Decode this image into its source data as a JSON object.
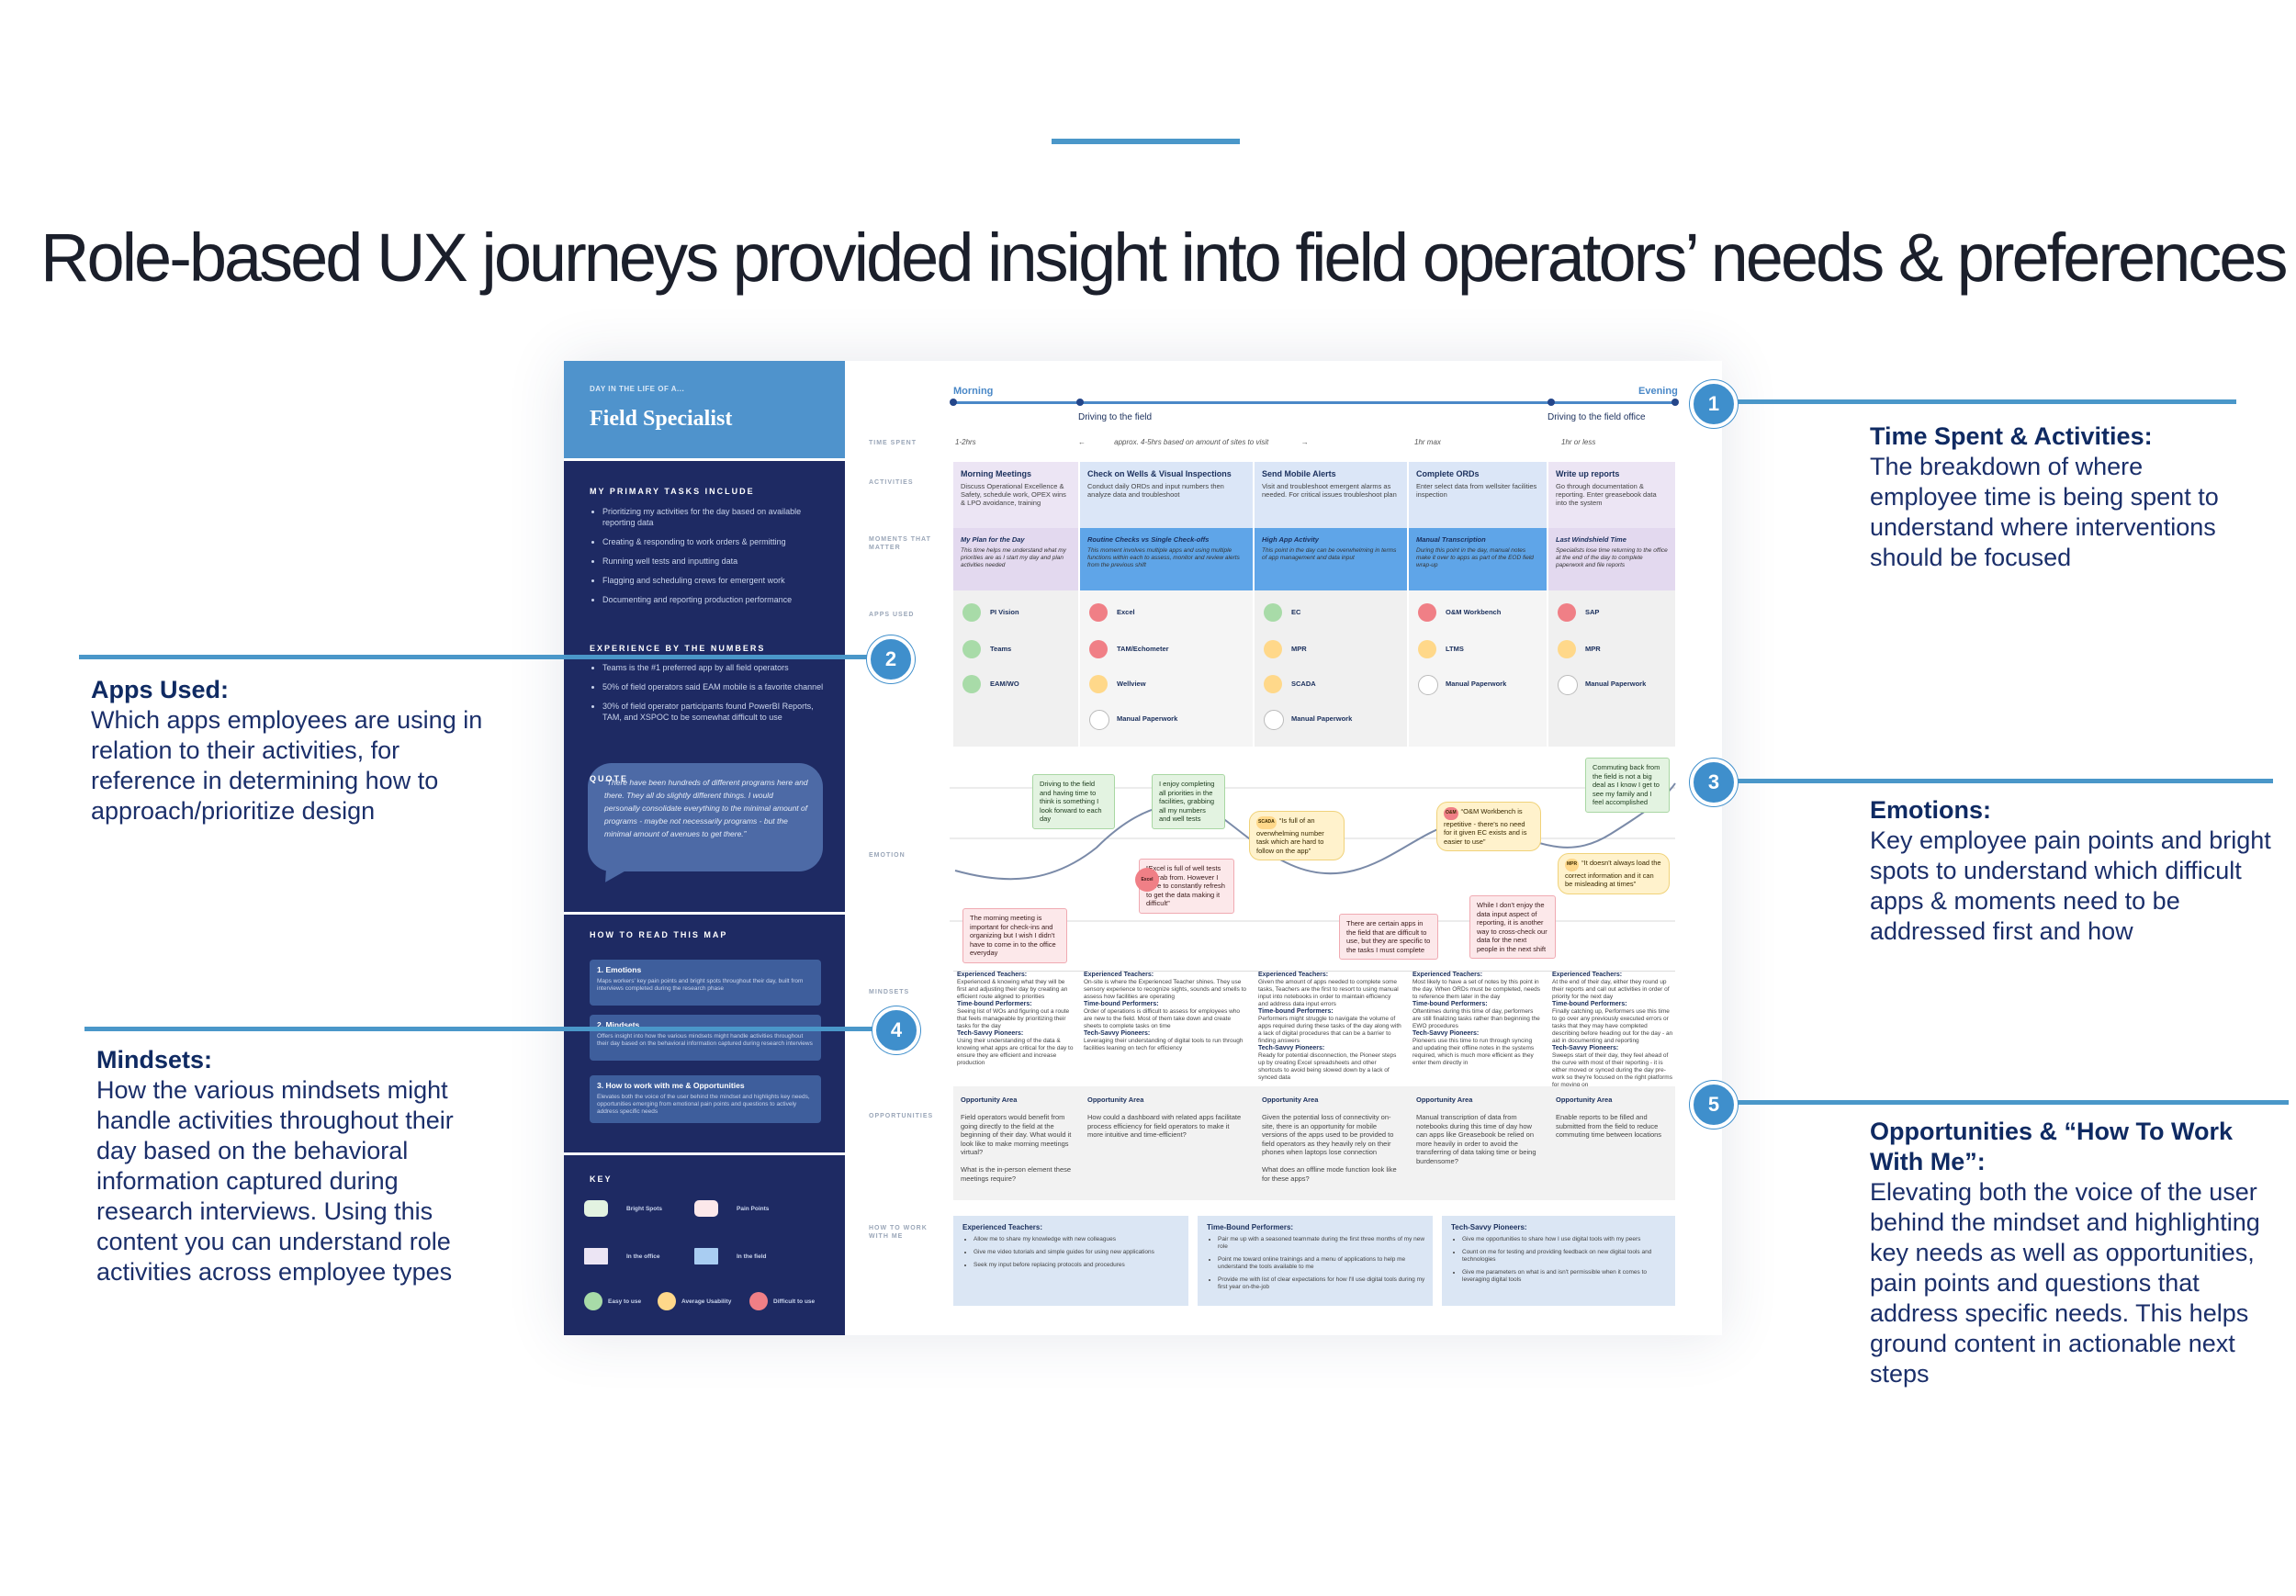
{
  "headline": "Role-based UX journeys provided insight into field operators’ needs & preferences",
  "map": {
    "kicker": "DAY IN THE LIFE OF A...",
    "role": "Field Specialist",
    "tasks_title": "MY PRIMARY TASKS INCLUDE",
    "tasks": [
      "Prioritizing my activities for the day based on available reporting data",
      "Creating & responding to work orders & permitting",
      "Running well tests and inputting data",
      "Flagging and scheduling crews for emergent work",
      "Documenting and reporting production performance"
    ],
    "numbers_title": "EXPERIENCE BY THE NUMBERS",
    "numbers": [
      "Teams is the #1 preferred app by all field operators",
      "50% of field operators said EAM mobile is a favorite channel",
      "30% of field operator participants found PowerBI Reports, TAM, and XSPOC to be somewhat difficult to use"
    ],
    "quote_title": "QUOTE",
    "quote": "“There have been hundreds of different programs here and there. They all do slightly different things. I would personally consolidate everything to the minimal amount of programs - maybe not necessarily programs - but the minimal amount of avenues to get there.”",
    "how_title": "HOW TO READ THIS MAP",
    "how": [
      {
        "t": "1. Emotions",
        "d": "Maps workers' key pain points and bright spots throughout their day, built from interviews completed during the research phase"
      },
      {
        "t": "2. Mindsets",
        "d": "Offers insight into how the various mindsets might handle activities throughout their day based on the behavioral information captured during research interviews"
      },
      {
        "t": "3. How to work with me & Opportunities",
        "d": "Elevates both the voice of the user behind the mindset and highlights key needs, opportunities emerging from emotional pain points and questions to actively address specific needs"
      }
    ],
    "key_title": "KEY",
    "key": {
      "bright": "Bright Spots",
      "pain": "Pain Points",
      "office": "In the office",
      "field": "In the field",
      "easy": "Easy to use",
      "average": "Average Usability",
      "difficult": "Difficult to use"
    },
    "row_labels": {
      "time": "TIME SPENT",
      "activities": "ACTIVITIES",
      "moments": "MOMENTS THAT MATTER",
      "apps": "APPS USED",
      "emotion": "EMOTION",
      "mindsets": "MINDSETS",
      "opportunities": "OPPORTUNITIES",
      "how": "HOW TO WORK WITH ME"
    },
    "timeline": {
      "morning": "Morning",
      "evening": "Evening",
      "drive1": "Driving to the field",
      "drive2": "Driving to the field office",
      "t1": "1-2hrs",
      "t2": "approx. 4-5hrs  based on amount of sites to visit",
      "t3": "1hr max",
      "t4": "1hr or less"
    },
    "columns": [
      {
        "act": "Morning Meetings",
        "actd": "Discuss Operational Excellence & Safety, schedule work, OPEX wins & LPO avoidance, training",
        "mt": "My Plan for the Day",
        "md": "This time helps me understand what my priorities are as I start my day and plan activities needed",
        "apps": [
          {
            "n": "PI Vision",
            "c": "#a8dba8"
          },
          {
            "n": "Teams",
            "c": "#a8dba8"
          },
          {
            "n": "EAM/WO",
            "c": "#a8dba8"
          }
        ],
        "mind": [
          "Experienced Teachers:",
          "Experienced & knowing what they will be first and adjusting their day by creating an efficient route aligned to priorities",
          "Time-bound Performers:",
          "Seeing list of WOs and figuring out a route that feels manageable by prioritizing their tasks for the day",
          "Tech-Savvy Pioneers:",
          "Using their understanding of the data & knowing what apps are critical for the day to ensure they are efficient and increase production"
        ],
        "opp": [
          "Opportunity Area",
          "Field operators would benefit from going directly to the field at the beginning of their day. What would it look like to make morning meetings virtual?",
          "What is the in-person element these meetings require?"
        ]
      },
      {
        "act": "Check on Wells & Visual Inspections",
        "actd": "Conduct daily ORDs and input numbers then analyze data and troubleshoot",
        "mt": "Routine Checks vs Single Check-offs",
        "md": "This moment involves multiple apps and using multiple functions within each to assess, monitor and review alerts from the previous shift",
        "apps": [
          {
            "n": "Excel",
            "c": "#f07f86"
          },
          {
            "n": "TAM/Echometer",
            "c": "#f07f86"
          },
          {
            "n": "Wellview",
            "c": "#ffd88a"
          },
          {
            "n": "Manual Paperwork",
            "c": "#ffffff"
          }
        ],
        "mind": [
          "Experienced Teachers:",
          "On-site is where the Experienced Teacher shines. They use sensory experience to recognize sights, sounds and smells to assess how facilities are operating",
          "Time-bound Performers:",
          "Order of operations is difficult to assess for employees who are new to the field. Most of them take down and create sheets to complete tasks on time",
          "Tech-Savvy Pioneers:",
          "Leveraging their understanding of digital tools to run through facilities leaning on tech for efficiency"
        ],
        "opp": [
          "Opportunity Area",
          "How could a dashboard with related apps facilitate process efficiency for field operators to make it more intuitive and time-efficient?"
        ]
      },
      {
        "act": "Send Mobile Alerts",
        "actd": "Visit and troubleshoot emergent alarms as needed. For critical issues troubleshoot plan",
        "mt": "High App Activity",
        "md": "This point in the day can be overwhelming in terms of app management and data input",
        "apps": [
          {
            "n": "EC",
            "c": "#a8dba8"
          },
          {
            "n": "MPR",
            "c": "#ffd88a"
          },
          {
            "n": "SCADA",
            "c": "#ffd88a"
          },
          {
            "n": "Manual Paperwork",
            "c": "#ffffff"
          }
        ],
        "mind": [
          "Experienced Teachers:",
          "Given the amount of apps needed to complete some tasks, Teachers are the first to resort to using manual input into notebooks in order to maintain efficiency and address data input errors",
          "Time-bound Performers:",
          "Performers might struggle to navigate the volume of apps required during these tasks of the day along with a lack of digital procedures that can be a barrier to finding answers",
          "Tech-Savvy Pioneers:",
          "Ready for potential disconnection, the Pioneer steps up by creating Excel spreadsheets and other shortcuts to avoid being slowed down by a lack of synced data"
        ],
        "opp": [
          "Opportunity Area",
          "Given the potential loss of connectivity on-site, there is an opportunity for mobile versions of the apps used to be provided to field operators as they heavily rely on their phones when laptops lose connection",
          "What does an offline mode function look like for these apps?"
        ]
      },
      {
        "act": "Complete ORDs",
        "actd": "Enter select data from wellsiter facilities inspection",
        "mt": "Manual Transcription",
        "md": "During this point in the day, manual notes make it over to apps as part of the EOD field wrap-up",
        "apps": [
          {
            "n": "O&M Workbench",
            "c": "#f07f86"
          },
          {
            "n": "LTMS",
            "c": "#ffd88a"
          },
          {
            "n": "Manual Paperwork",
            "c": "#ffffff"
          }
        ],
        "mind": [
          "Experienced Teachers:",
          "Most likely to have a set of notes by this point in the day. When ORDs must be completed, needs to reference them later in the day",
          "Time-bound Performers:",
          "Oftentimes during this time of day, performers are still finalizing tasks rather than beginning the EWO procedures",
          "Tech-Savvy Pioneers:",
          "Pioneers use this time to run through syncing and updating their offline notes in the systems required, which is much more efficient as they enter them directly in"
        ],
        "opp": [
          "Opportunity Area",
          "Manual transcription of data from notebooks during this time of day how can apps like Greasebook be relied on more heavily in order to avoid the transferring of data taking time or being burdensome?"
        ]
      },
      {
        "act": "Write up reports",
        "actd": "Go through documentation & reporting. Enter greasebook data into the system",
        "mt": "Last Windshield Time",
        "md": "Specialists lose time returning to the office at the end of the day to complete paperwork and file reports",
        "apps": [
          {
            "n": "SAP",
            "c": "#f07f86"
          },
          {
            "n": "MPR",
            "c": "#ffd88a"
          },
          {
            "n": "Manual Paperwork",
            "c": "#ffffff"
          }
        ],
        "mind": [
          "Experienced Teachers:",
          "At the end of their day, either they round up their reports and call out activities in order of priority for the next day",
          "Time-bound Performers:",
          "Finally catching up, Performers use this time to go over any previously executed errors or tasks that they may have completed describing before heading out for the day - an aid in documenting and reporting",
          "Tech-Savvy Pioneers:",
          "Sweeps start of their day, they feel ahead of the curve with most of their reporting - it is either moved or synced during the day pre-work so they're focused on the right platforms for moving on"
        ],
        "opp": [
          "Opportunity Area",
          "Enable reports to be filled and submitted from the field to reduce commuting time between locations"
        ]
      }
    ],
    "emotions": {
      "b1": "Driving to the field and having time to think is something I look forward to each day",
      "b2": "I enjoy completing all priorities in the facilities, grabbing all my numbers and well tests",
      "b3": "Commuting back from the field is not a big deal as I know I get to see my family and I feel accomplished",
      "p1": "The morning meeting is important for check-ins and organizing but I wish I didn't have to come in to the office everyday",
      "p2": "“Excel is full of well tests to grab from. However I have to constantly refresh to get the data making it difficult”",
      "p3": "There are certain apps in the field that are difficult to use, but they are specific to the tasks I must complete",
      "p4": "While I don't enjoy the data input aspect of reporting, it is another way to cross-check our data for the next people in the next shift",
      "y1": "“Is full of an overwhelming number task which are hard to follow on the app”",
      "y2": "“O&M Workbench is repetitive - there's no need for it given EC exists and is easier to use”",
      "y3": "“It doesn't always load the correct information and it can be misleading at times”",
      "tag1": "Excel",
      "tag2": "SCADA",
      "tag3": "O&M",
      "tag4": "MPR"
    },
    "how_work": [
      {
        "t": "Experienced Teachers:",
        "items": [
          "Allow me to share my knowledge with new colleagues",
          "Give me video tutorials and simple guides for using new applications",
          "Seek my input before replacing protocols and procedures"
        ]
      },
      {
        "t": "Time-Bound Performers:",
        "items": [
          "Pair me up with a seasoned teammate during the first three months of my new role",
          "Point me toward online trainings and a menu of applications to help me understand the tools available to me",
          "Provide me with list of clear expectations for how I'll use digital tools during my first year on-the-job"
        ]
      },
      {
        "t": "Tech-Savvy Pioneers:",
        "items": [
          "Give me opportunities to share how I use digital tools with my peers",
          "Count on me for testing and providing feedback on new digital tools and technologies",
          "Give me parameters on what is and isn't permissible when it comes to leveraging digital tools"
        ]
      }
    ]
  },
  "annotations": [
    {
      "n": "1",
      "h": "Time Spent & Activities:",
      "b": "The breakdown of where employee time is being spent to understand where interventions should be focused"
    },
    {
      "n": "2",
      "h": "Apps Used:",
      "b": "Which apps employees are using in relation to their activities, for reference in determining how to approach/prioritize design"
    },
    {
      "n": "3",
      "h": "Emotions:",
      "b": "Key employee pain points and bright spots to understand which difficult apps & moments need to be addressed first and how"
    },
    {
      "n": "4",
      "h": "Mindsets:",
      "b": "How the various mindsets might handle activities throughout their day based on the behavioral information captured during research interviews. Using this content you can understand role activities across employee types"
    },
    {
      "n": "5",
      "h": "Opportunities & “How To Work With Me”:",
      "b": "Elevating both the voice of the user behind the mindset and highlighting key needs as well as opportunities, pain points and questions that address specific needs. This helps ground content in actionable next steps"
    }
  ],
  "colors": {
    "accent": "#4a97c9",
    "navy": "#1e2a63",
    "bright": "#a8dba8",
    "average": "#ffd88a",
    "difficult": "#f07f86"
  }
}
